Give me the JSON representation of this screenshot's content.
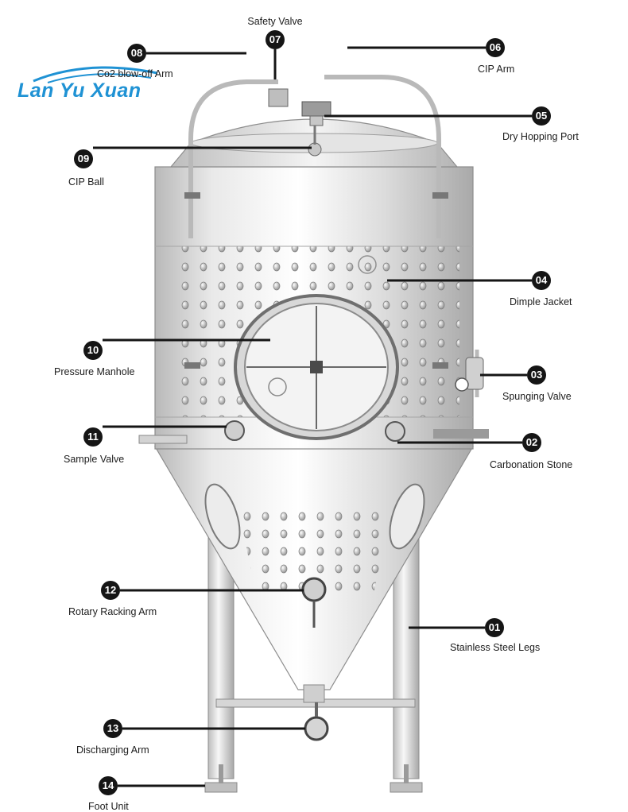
{
  "brand": {
    "logo_text": "Lan Yu Xuan",
    "logo_color": "#1f92d4"
  },
  "callout_color": "#151515",
  "callouts": [
    {
      "number": "01",
      "label": "Stainless Steel Legs"
    },
    {
      "number": "02",
      "label": "Carbonation Stone"
    },
    {
      "number": "03",
      "label": "Spunging Valve"
    },
    {
      "number": "04",
      "label": "Dimple Jacket"
    },
    {
      "number": "05",
      "label": "Dry Hopping Port"
    },
    {
      "number": "06",
      "label": "CIP Arm"
    },
    {
      "number": "07",
      "label": "Safety Valve"
    },
    {
      "number": "08",
      "label": "Co2 blow-off Arm"
    },
    {
      "number": "09",
      "label": "CIP Ball"
    },
    {
      "number": "10",
      "label": "Pressure Manhole"
    },
    {
      "number": "11",
      "label": "Sample Valve"
    },
    {
      "number": "12",
      "label": "Rotary Racking Arm"
    },
    {
      "number": "13",
      "label": "Discharging Arm"
    },
    {
      "number": "14",
      "label": "Foot Unit"
    }
  ]
}
